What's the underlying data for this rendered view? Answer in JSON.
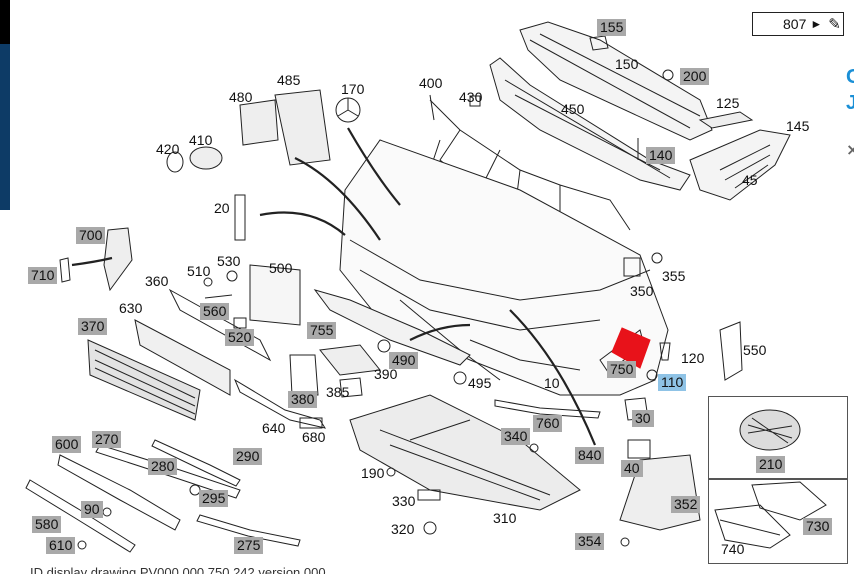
{
  "reference": {
    "value": "807",
    "arrow": "►",
    "edit_icon": "edit-icon"
  },
  "labels": [
    {
      "id": "155",
      "text": "155",
      "style": "gray"
    },
    {
      "id": "150",
      "text": "150",
      "style": "plain"
    },
    {
      "id": "200",
      "text": "200",
      "style": "gray"
    },
    {
      "id": "450",
      "text": "450",
      "style": "plain"
    },
    {
      "id": "125",
      "text": "125",
      "style": "plain"
    },
    {
      "id": "145",
      "text": "145",
      "style": "plain"
    },
    {
      "id": "140",
      "text": "140",
      "style": "gray"
    },
    {
      "id": "45",
      "text": "45",
      "style": "plain"
    },
    {
      "id": "485",
      "text": "485",
      "style": "plain"
    },
    {
      "id": "170",
      "text": "170",
      "style": "plain"
    },
    {
      "id": "400",
      "text": "400",
      "style": "plain"
    },
    {
      "id": "430",
      "text": "430",
      "style": "plain"
    },
    {
      "id": "480",
      "text": "480",
      "style": "plain"
    },
    {
      "id": "410",
      "text": "410",
      "style": "plain"
    },
    {
      "id": "420",
      "text": "420",
      "style": "plain"
    },
    {
      "id": "20",
      "text": "20",
      "style": "plain"
    },
    {
      "id": "700",
      "text": "700",
      "style": "gray"
    },
    {
      "id": "710",
      "text": "710",
      "style": "gray"
    },
    {
      "id": "530",
      "text": "530",
      "style": "plain"
    },
    {
      "id": "510",
      "text": "510",
      "style": "plain"
    },
    {
      "id": "500",
      "text": "500",
      "style": "plain"
    },
    {
      "id": "360",
      "text": "360",
      "style": "plain"
    },
    {
      "id": "560",
      "text": "560",
      "style": "gray"
    },
    {
      "id": "355",
      "text": "355",
      "style": "plain"
    },
    {
      "id": "350",
      "text": "350",
      "style": "plain"
    },
    {
      "id": "630",
      "text": "630",
      "style": "plain"
    },
    {
      "id": "520",
      "text": "520",
      "style": "gray"
    },
    {
      "id": "755",
      "text": "755",
      "style": "gray"
    },
    {
      "id": "370",
      "text": "370",
      "style": "gray"
    },
    {
      "id": "490",
      "text": "490",
      "style": "gray"
    },
    {
      "id": "550",
      "text": "550",
      "style": "plain"
    },
    {
      "id": "120",
      "text": "120",
      "style": "plain"
    },
    {
      "id": "750",
      "text": "750",
      "style": "gray"
    },
    {
      "id": "110",
      "text": "110",
      "style": "blue"
    },
    {
      "id": "390",
      "text": "390",
      "style": "plain"
    },
    {
      "id": "495",
      "text": "495",
      "style": "plain"
    },
    {
      "id": "385",
      "text": "385",
      "style": "plain"
    },
    {
      "id": "10",
      "text": "10",
      "style": "plain"
    },
    {
      "id": "380",
      "text": "380",
      "style": "gray"
    },
    {
      "id": "30",
      "text": "30",
      "style": "gray"
    },
    {
      "id": "640",
      "text": "640",
      "style": "plain"
    },
    {
      "id": "680",
      "text": "680",
      "style": "plain"
    },
    {
      "id": "760",
      "text": "760",
      "style": "gray"
    },
    {
      "id": "600",
      "text": "600",
      "style": "gray"
    },
    {
      "id": "270",
      "text": "270",
      "style": "gray"
    },
    {
      "id": "340",
      "text": "340",
      "style": "gray"
    },
    {
      "id": "290",
      "text": "290",
      "style": "gray"
    },
    {
      "id": "840",
      "text": "840",
      "style": "gray"
    },
    {
      "id": "280",
      "text": "280",
      "style": "gray"
    },
    {
      "id": "40",
      "text": "40",
      "style": "gray"
    },
    {
      "id": "210",
      "text": "210",
      "style": "gray"
    },
    {
      "id": "190",
      "text": "190",
      "style": "plain"
    },
    {
      "id": "295",
      "text": "295",
      "style": "gray"
    },
    {
      "id": "330",
      "text": "330",
      "style": "plain"
    },
    {
      "id": "352",
      "text": "352",
      "style": "gray"
    },
    {
      "id": "90",
      "text": "90",
      "style": "gray"
    },
    {
      "id": "310",
      "text": "310",
      "style": "plain"
    },
    {
      "id": "580",
      "text": "580",
      "style": "gray"
    },
    {
      "id": "320",
      "text": "320",
      "style": "plain"
    },
    {
      "id": "730",
      "text": "730",
      "style": "gray"
    },
    {
      "id": "610",
      "text": "610",
      "style": "gray"
    },
    {
      "id": "275",
      "text": "275",
      "style": "gray"
    },
    {
      "id": "354",
      "text": "354",
      "style": "gray"
    },
    {
      "id": "740",
      "text": "740",
      "style": "plain"
    }
  ],
  "footer": {
    "text": "ID  display drawing  PV000.000.750.242  version 000"
  },
  "colors": {
    "label_gray": "#a9a9a9",
    "label_blue": "#8fc3e6",
    "highlight_red": "#e8121a",
    "line": "#222222"
  }
}
